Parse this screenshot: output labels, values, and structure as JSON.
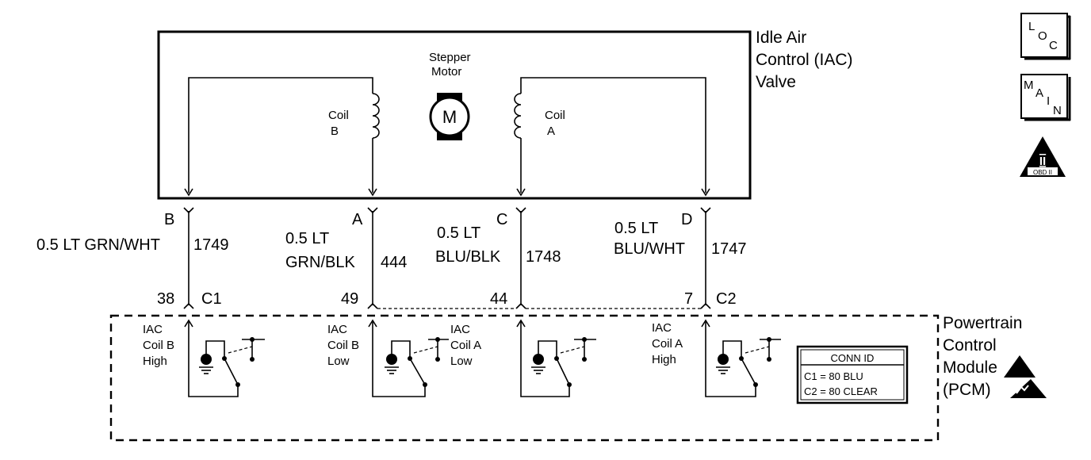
{
  "iac_valve": {
    "title_line1": "Idle Air",
    "title_line2": "Control (IAC)",
    "title_line3": "Valve",
    "motor_label_line1": "Stepper",
    "motor_label_line2": "Motor",
    "motor_symbol": "M",
    "coil_b_line1": "Coil",
    "coil_b_line2": "B",
    "coil_a_line1": "Coil",
    "coil_a_line2": "A"
  },
  "icons": {
    "loc_letters": [
      "L",
      "O",
      "C"
    ],
    "main_letters": [
      "M",
      "A",
      "I",
      "N"
    ],
    "obd_numeral": "II",
    "obd_label": "OBD II"
  },
  "wires": [
    {
      "terminal": "B",
      "gauge": "0.5 LT GRN/WHT",
      "circuit": "1749",
      "pin": "38",
      "connector": "C1"
    },
    {
      "terminal": "A",
      "gauge_line1": "0.5 LT",
      "gauge_line2": "GRN/BLK",
      "circuit": "444",
      "pin": "49"
    },
    {
      "terminal": "C",
      "gauge_line1": "0.5 LT",
      "gauge_line2": "BLU/BLK",
      "circuit": "1748",
      "pin": "44"
    },
    {
      "terminal": "D",
      "gauge_line1": "0.5 LT",
      "gauge_line2": "BLU/WHT",
      "circuit": "1747",
      "pin": "7",
      "connector": "C2"
    }
  ],
  "drivers": [
    {
      "line1": "IAC",
      "line2": "Coil B",
      "line3": "High"
    },
    {
      "line1": "IAC",
      "line2": "Coil B",
      "line3": "Low"
    },
    {
      "line1": "IAC",
      "line2": "Coil A",
      "line3": "Low"
    },
    {
      "line1": "IAC",
      "line2": "Coil A",
      "line3": "High"
    }
  ],
  "pcm": {
    "title_line1": "Powertrain",
    "title_line2": "Control",
    "title_line3": "Module",
    "title_line4": "(PCM)"
  },
  "conn_id": {
    "header": "CONN ID",
    "row1": "C1 = 80 BLU",
    "row2": "C2 = 80 CLEAR"
  }
}
